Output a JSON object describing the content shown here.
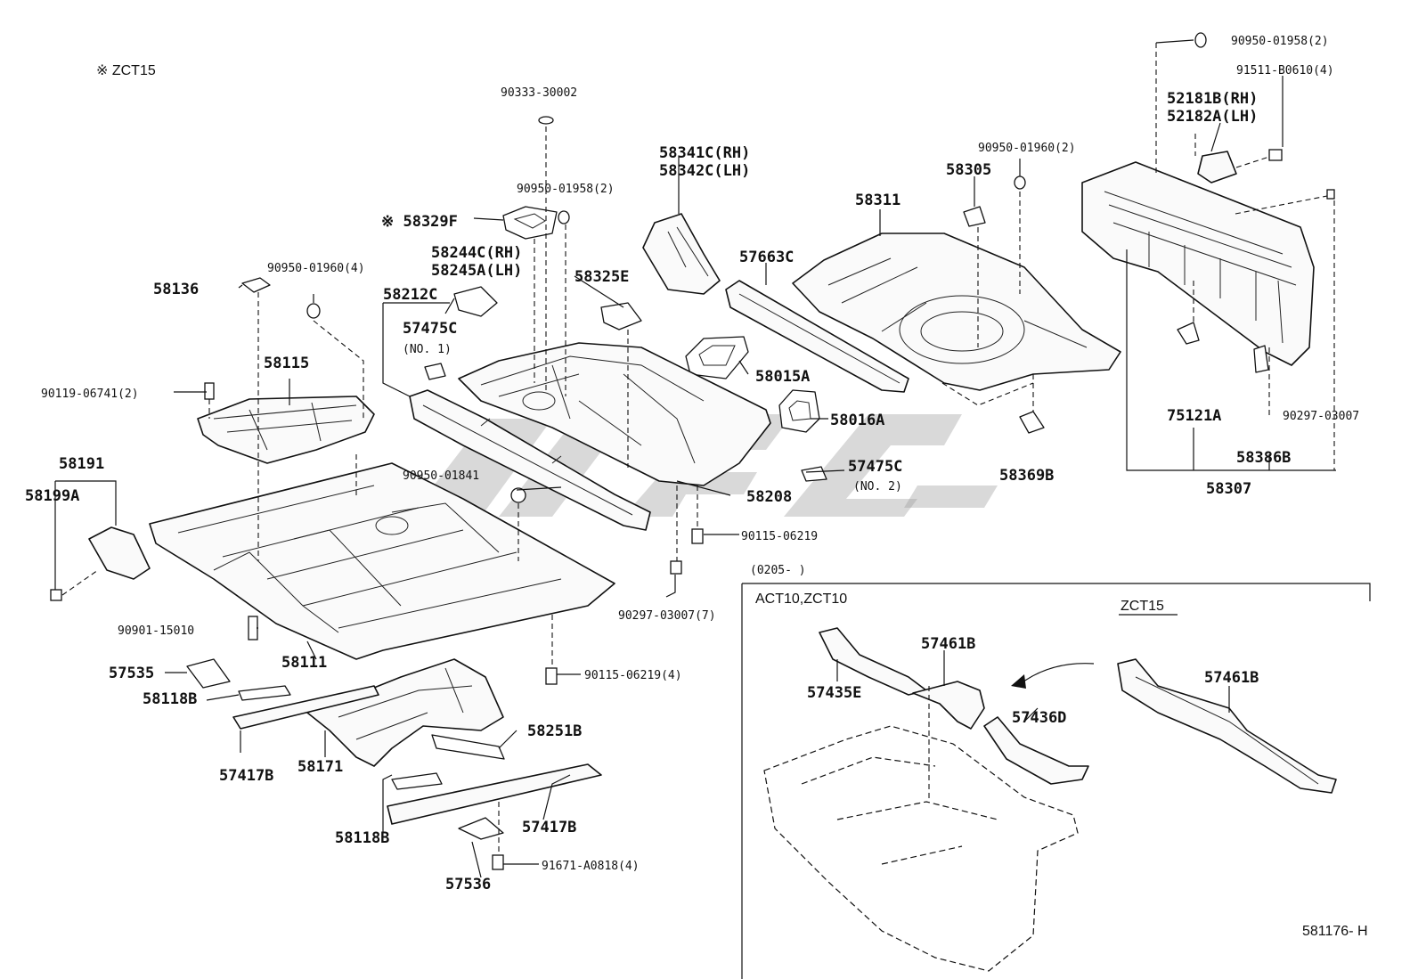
{
  "variant_note": "※ ZCT15",
  "diagram_code": "581176- H",
  "section": {
    "date_range": "(0205-        )",
    "left_variant": "ACT10,ZCT10",
    "right_variant": "ZCT15"
  },
  "labels": {
    "p90333": "90333-30002",
    "p90950_1958a": "90950-01958(2)",
    "p58329F": "※ 58329F",
    "p58244C": "58244C(RH)",
    "p58245A": "58245A(LH)",
    "p58341C": "58341C(RH)",
    "p58342C": "58342C(LH)",
    "p58311": "58311",
    "p58305": "58305",
    "p90950_1960b": "90950-01960(2)",
    "p90950_1958b": "90950-01958(2)",
    "p91511": "91511-B0610(4)",
    "p52181B": "52181B(RH)",
    "p52182A": "52182A(LH)",
    "p58136": "58136",
    "p90950_1960a": "90950-01960(4)",
    "p58212C": "58212C",
    "p57475C1": "57475C",
    "p57475C1_sub": "(NO. 1)",
    "p58325E": "58325E",
    "p57663C": "57663C",
    "p58115": "58115",
    "p90119": "90119-06741(2)",
    "p58015A": "58015A",
    "p58016A": "58016A",
    "p57475C2": "57475C",
    "p57475C2_sub": "(NO. 2)",
    "p75121A": "75121A",
    "p90297_b": "90297-03007",
    "p58191": "58191",
    "p58199A": "58199A",
    "p90950_1841": "90950-01841",
    "p58208": "58208",
    "p58369B": "58369B",
    "p58386B": "58386B",
    "p58307": "58307",
    "p90115a": "90115-06219",
    "p90297_a": "90297-03007(7)",
    "p90901": "90901-15010",
    "p58111": "58111",
    "p57535": "57535",
    "p58118B_a": "58118B",
    "p90115b": "90115-06219(4)",
    "p58251B": "58251B",
    "p57417B_a": "57417B",
    "p58171": "58171",
    "p58118B_b": "58118B",
    "p57417B_b": "57417B",
    "p57536": "57536",
    "p91671": "91671-A0818(4)",
    "p57461B_a": "57461B",
    "p57435E": "57435E",
    "p57436D": "57436D",
    "p57461B_b": "57461B"
  }
}
